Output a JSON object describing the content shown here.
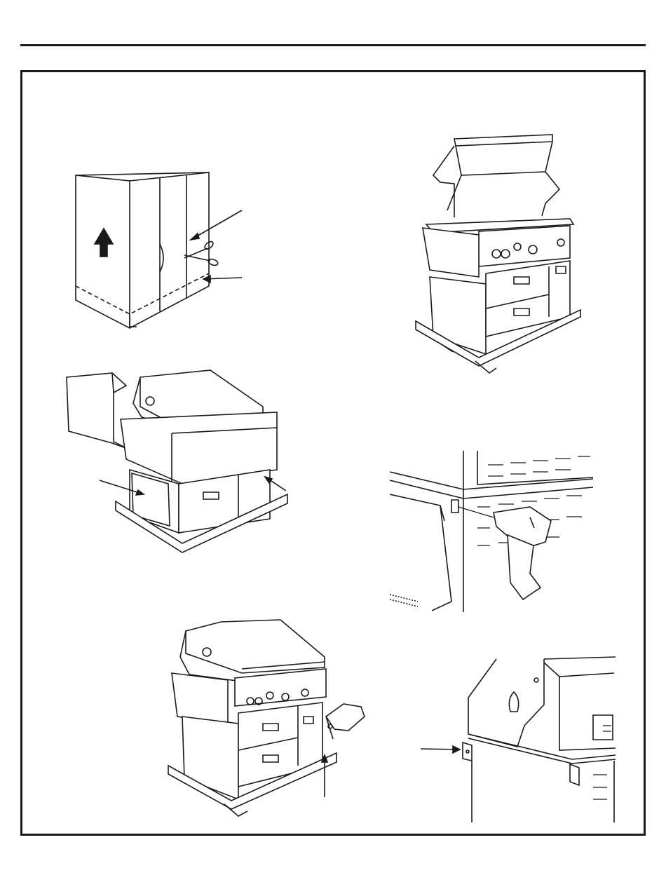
{
  "page": {
    "figures": [
      {
        "id": "carton",
        "icon": "up-arrow-icon"
      },
      {
        "id": "grill-open-lid"
      },
      {
        "id": "grill-packaging-removal"
      },
      {
        "id": "drill-screw-removal",
        "icon": "drill-icon"
      },
      {
        "id": "grill-closed-with-drill",
        "icon": "drill-icon"
      },
      {
        "id": "bracket-detail"
      }
    ]
  }
}
